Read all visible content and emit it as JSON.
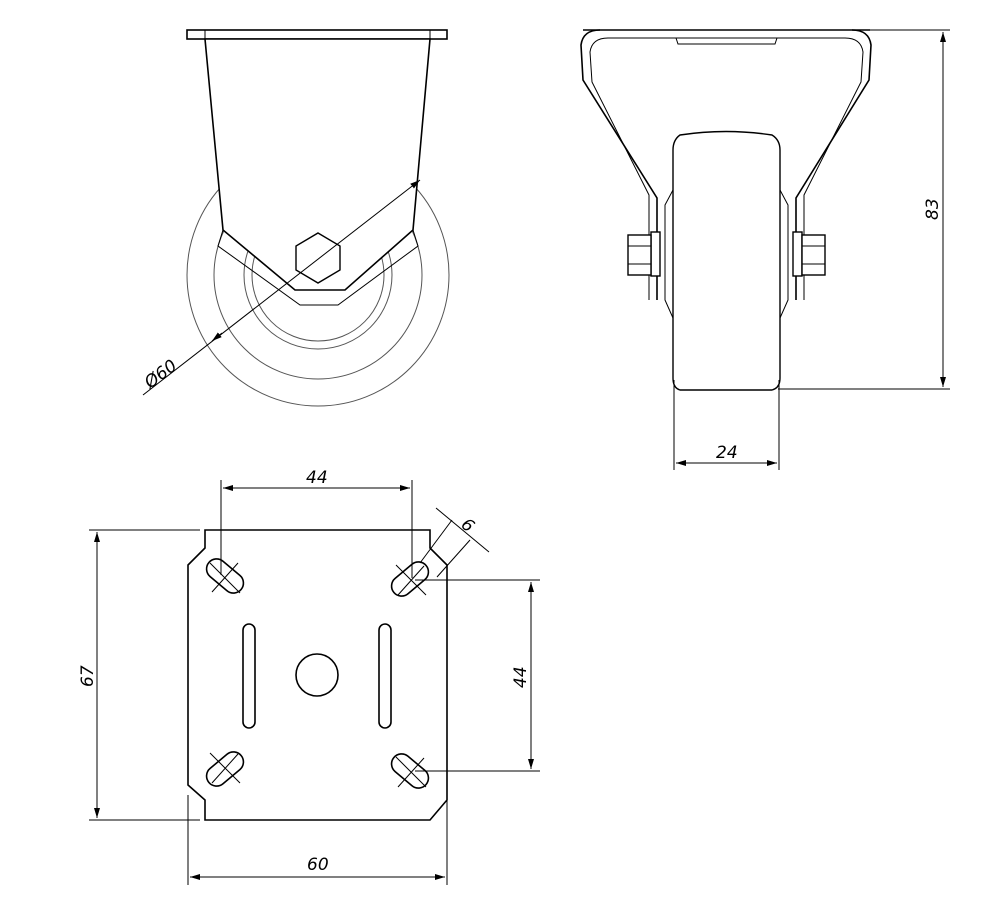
{
  "dimensions": {
    "wheel_diameter": "Ø60",
    "total_height": "83",
    "wheel_width": "24",
    "hole_spacing_horizontal": "44",
    "hole_spacing_vertical": "44",
    "slot_width": "6",
    "plate_height": "67",
    "plate_width": "60"
  }
}
